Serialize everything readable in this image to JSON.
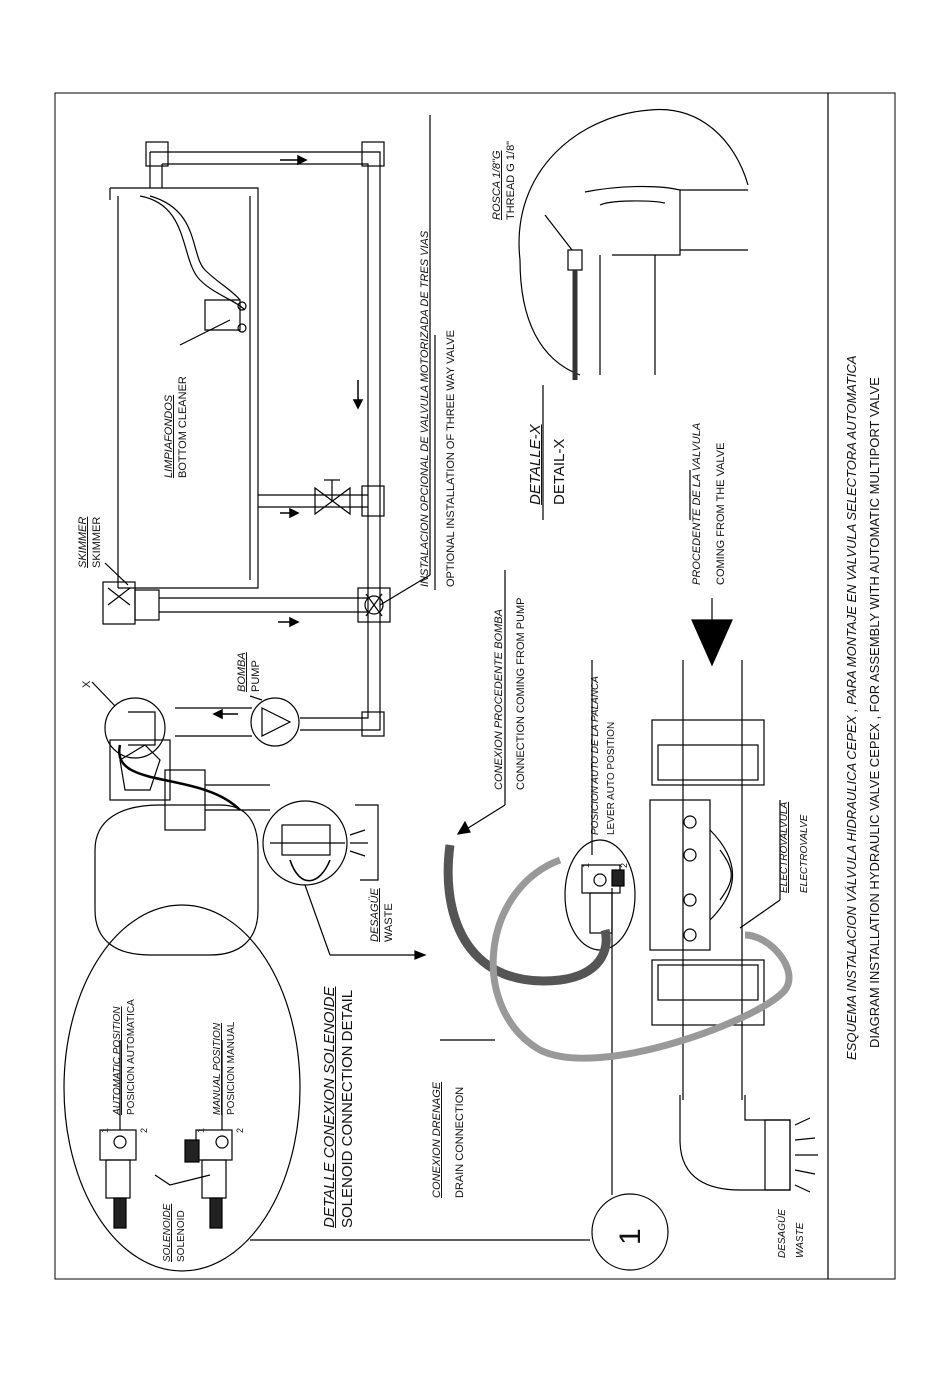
{
  "title": {
    "es": "ESQUEMA INSTALACION VÁLVULA HIDRAULICA CEPEX ,   PARA MONTAJE EN VALVULA SELECTORA AUTOMATICA",
    "en": "DIAGRAM INSTALLATION HYDRAULIC VALVE CEPEX ,   FOR ASSEMBLY WITH AUTOMATIC MULTIPORT VALVE"
  },
  "labels": {
    "skimmer_es": "SKIMMER",
    "skimmer_en": "SKIMMER",
    "cleaner_es": "LIMPIAFONDOS",
    "cleaner_en": "BOTTOM CLEANER",
    "three_way_es": "INSTALACION OPCIONAL DE VALVULA MOTORIZADA DE TRES VIAS",
    "three_way_en": "OPTIONAL INSTALLATION OF THREE WAY VALVE",
    "pump_es": "BOMBA",
    "pump_en": "PUMP",
    "x_mark": "X",
    "waste_es": "DESAGÜE",
    "waste_en": "WASTE",
    "solenoid_detail_es": "DETALLE CONEXION SOLENOIDE",
    "solenoid_detail_en": "SOLENOID CONNECTION DETAIL",
    "auto_pos_en": "AUTOMATIC POSITION",
    "auto_pos_es": "POSICION AUTOMATICA",
    "manual_pos_en": "MANUAL POSITION",
    "manual_pos_es": "POSICION MANUAL",
    "solenoide_es": "SOLENOIDE",
    "solenoid_en": "SOLENOID",
    "one": "1",
    "two": "2",
    "circle_num": "1",
    "rosca_es": "ROSCA 1/8\"G",
    "rosca_en": "THREAD G 1/8\"",
    "detail_x_es": "DETALLE-X",
    "detail_x_en": "DETAIL-X",
    "from_valve_es": "PROCEDENTE DE LA VALVULA",
    "from_valve_en": "COMING FROM THE VALVE",
    "from_pump_es": "CONEXION PROCEDENTE BOMBA",
    "from_pump_en": "CONNECTION COMING FROM PUMP",
    "lever_es": "POSICION AUTO DE LA PALANCA",
    "lever_en": "LEVER AUTO POSITION",
    "electrovalve_es": "ELECTROVALVULA",
    "electrovalve_en": "ELECTROVALVE",
    "drain_es": "CONEXION DRENAGE",
    "drain_en": "DRAIN CONNECTION",
    "waste2_es": "DESAGÜE",
    "waste2_en": "WASTE"
  }
}
